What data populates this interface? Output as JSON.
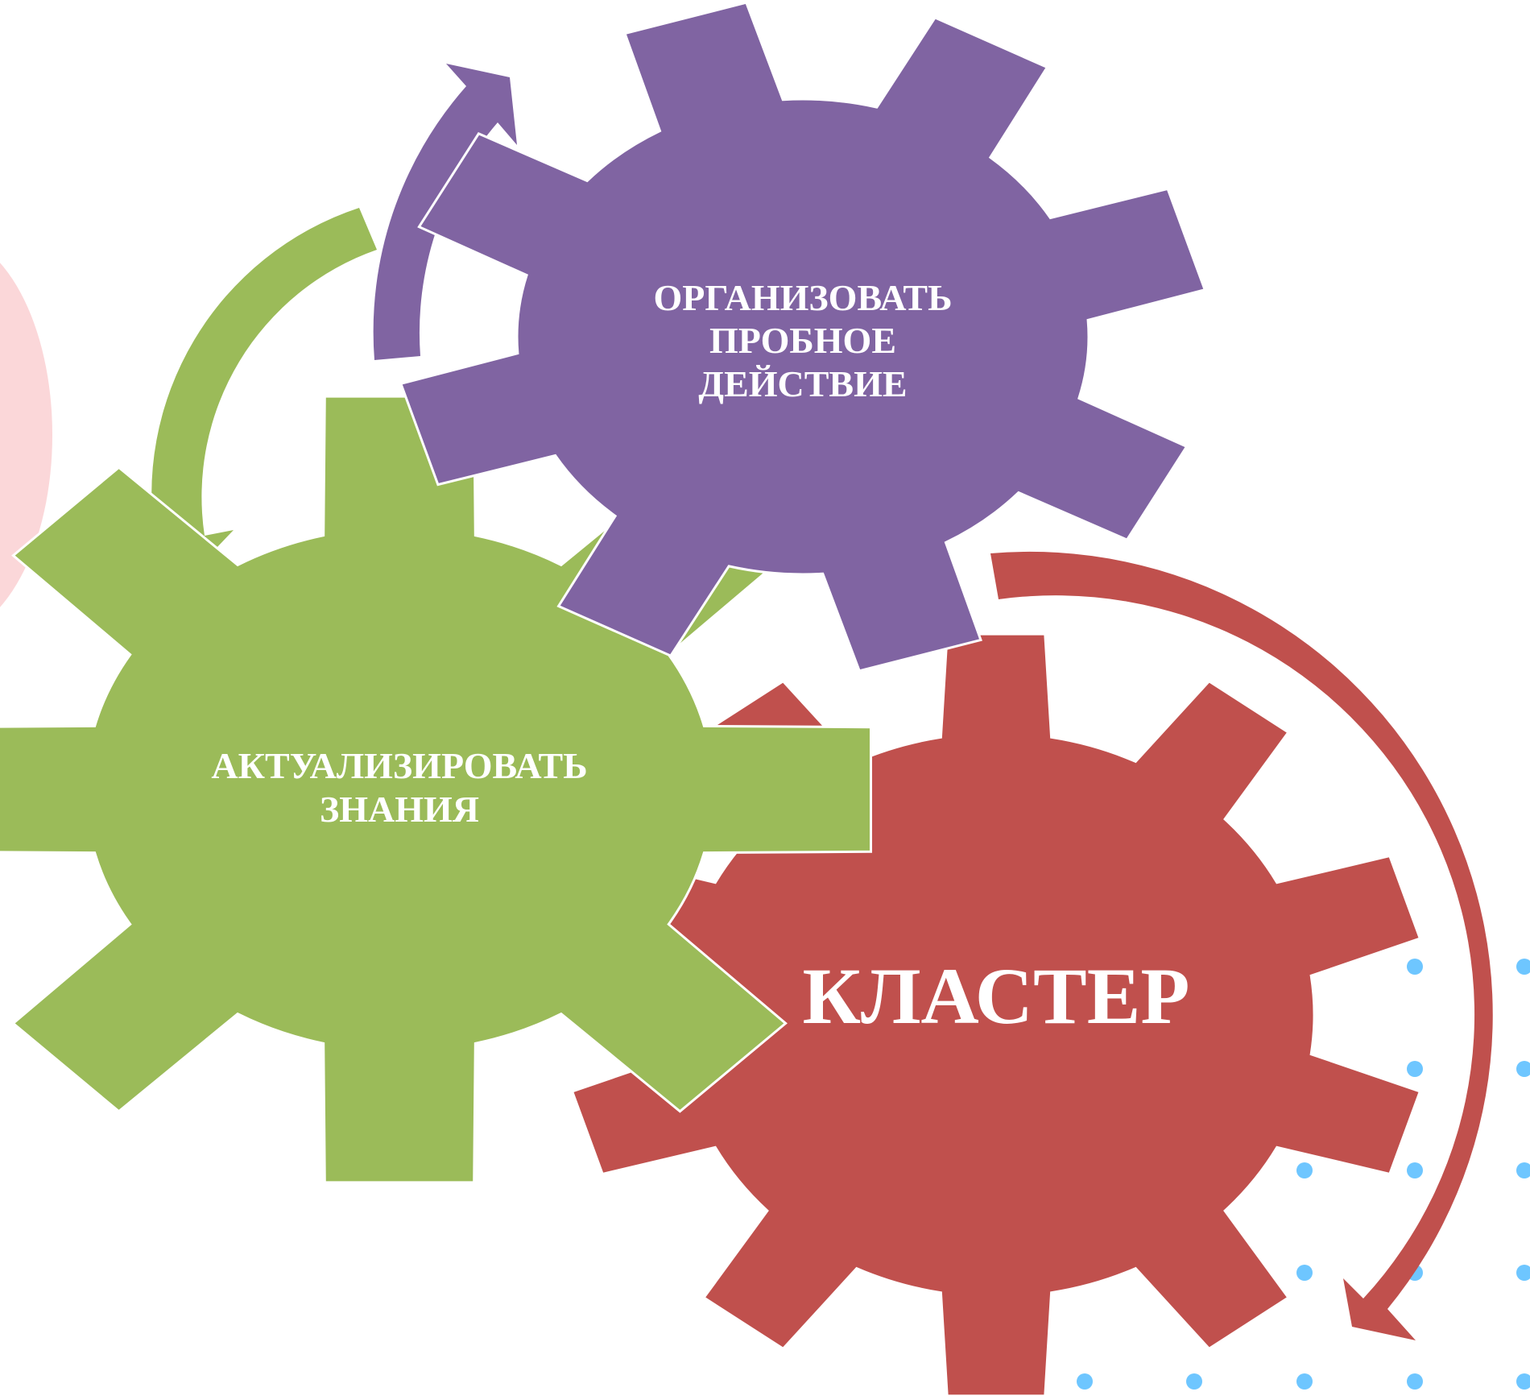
{
  "colors": {
    "purple": "#8064A2",
    "green": "#9BBB59",
    "red": "#C0504D",
    "pink_blob": "#FAD0D2",
    "dots": "#6EC6FF"
  },
  "gears": {
    "purple": {
      "lines": [
        "ОРГАНИЗОВАТЬ",
        "ПРОБНОЕ",
        "ДЕЙСТВИЕ"
      ]
    },
    "green": {
      "lines": [
        "АКТУАЛИЗИРОВАТЬ",
        "ЗНАНИЯ"
      ]
    },
    "red": {
      "lines": [
        "КЛАСТЕР"
      ]
    }
  }
}
